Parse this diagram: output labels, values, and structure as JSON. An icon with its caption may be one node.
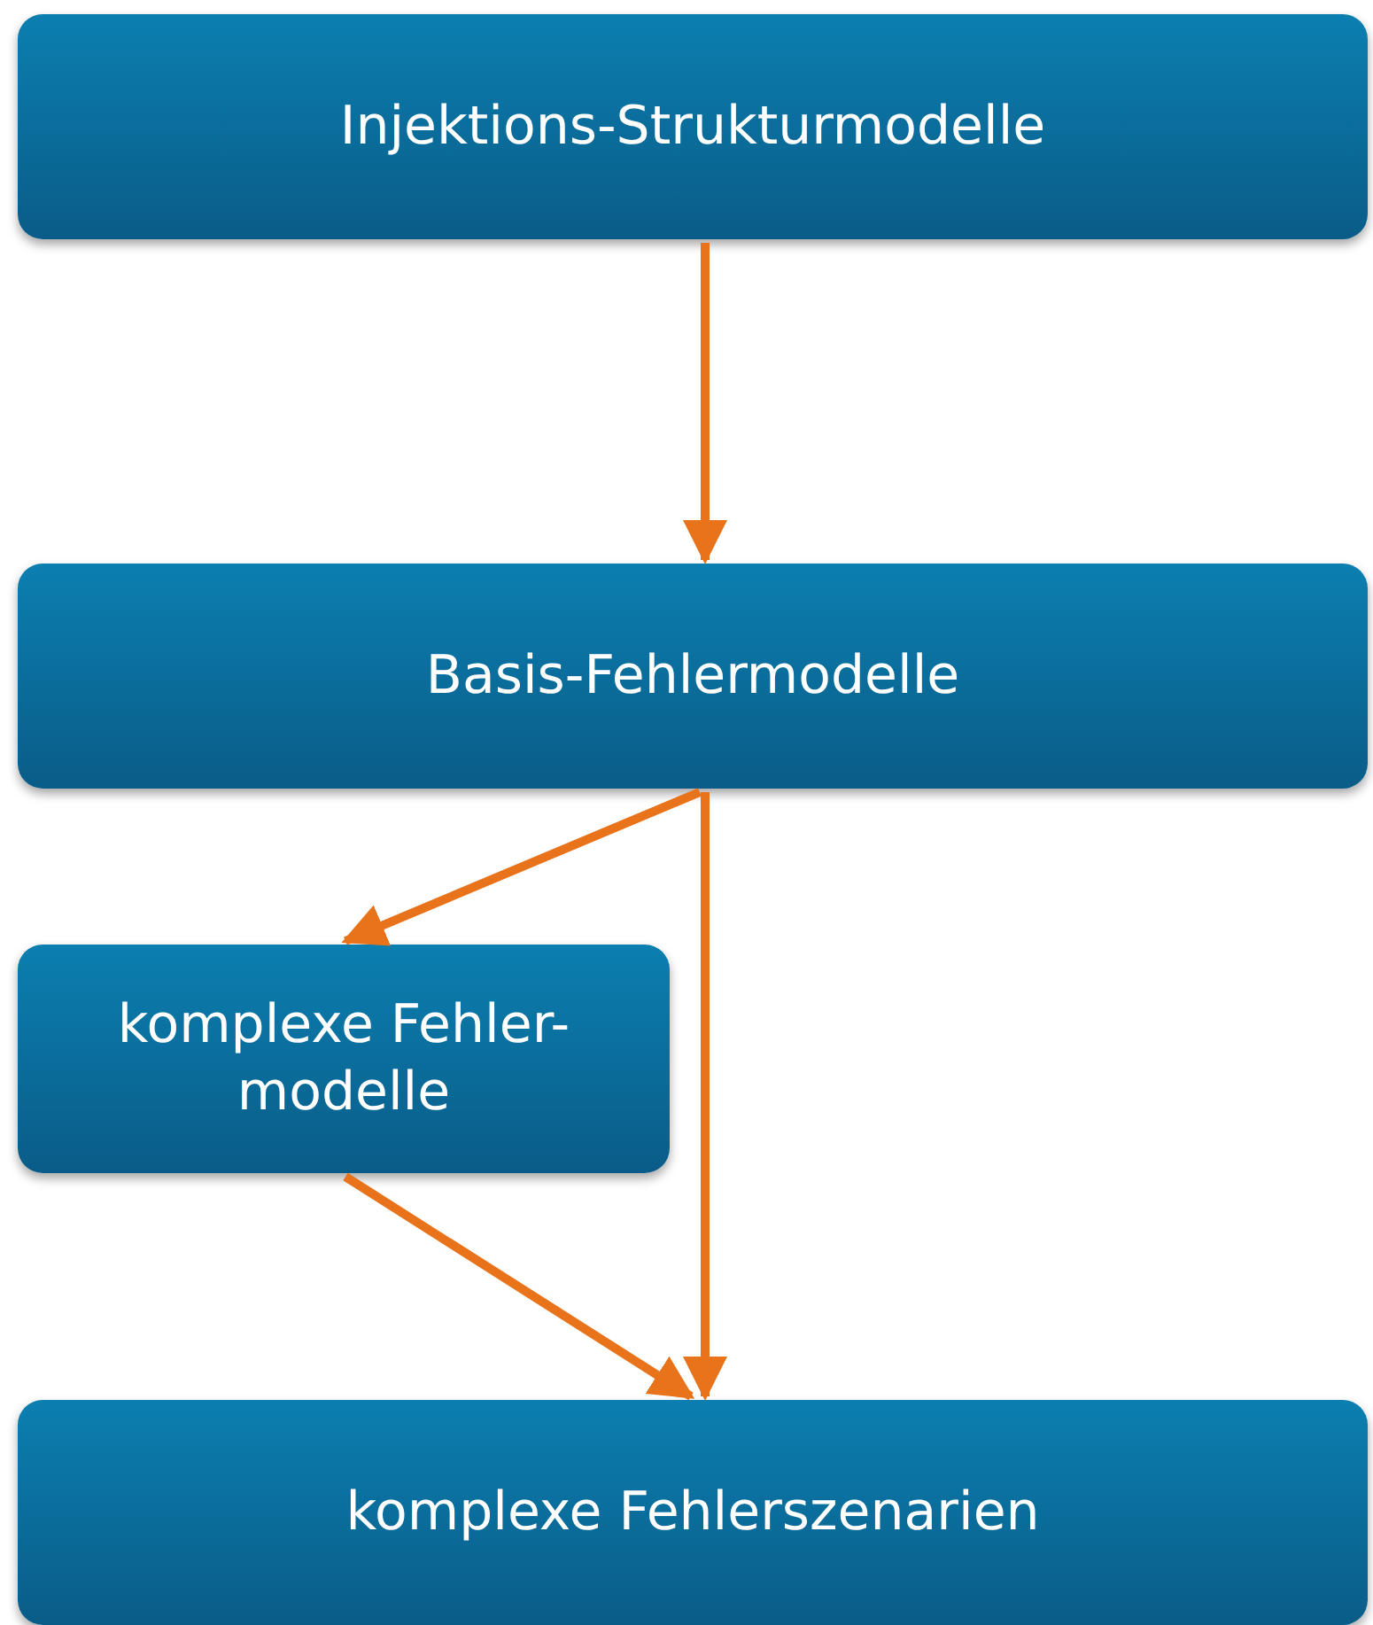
{
  "diagram": {
    "nodes": [
      {
        "text": [
          "Injektions-Strukturmodelle"
        ]
      },
      {
        "text": [
          "Basis-Fehlermodelle"
        ]
      },
      {
        "text": [
          "komplexe Fehler- modelle"
        ]
      },
      {
        "text": [
          "komplexe Fehlerszenarien"
        ]
      }
    ],
    "edges": [
      {
        "from": 0,
        "to": 1,
        "arrow": "to"
      },
      {
        "from": 1,
        "to": 2,
        "arrow": "to"
      },
      {
        "from": 1,
        "to": 3,
        "arrow": "to"
      },
      {
        "from": 2,
        "to": 3,
        "arrow": "to"
      }
    ]
  }
}
